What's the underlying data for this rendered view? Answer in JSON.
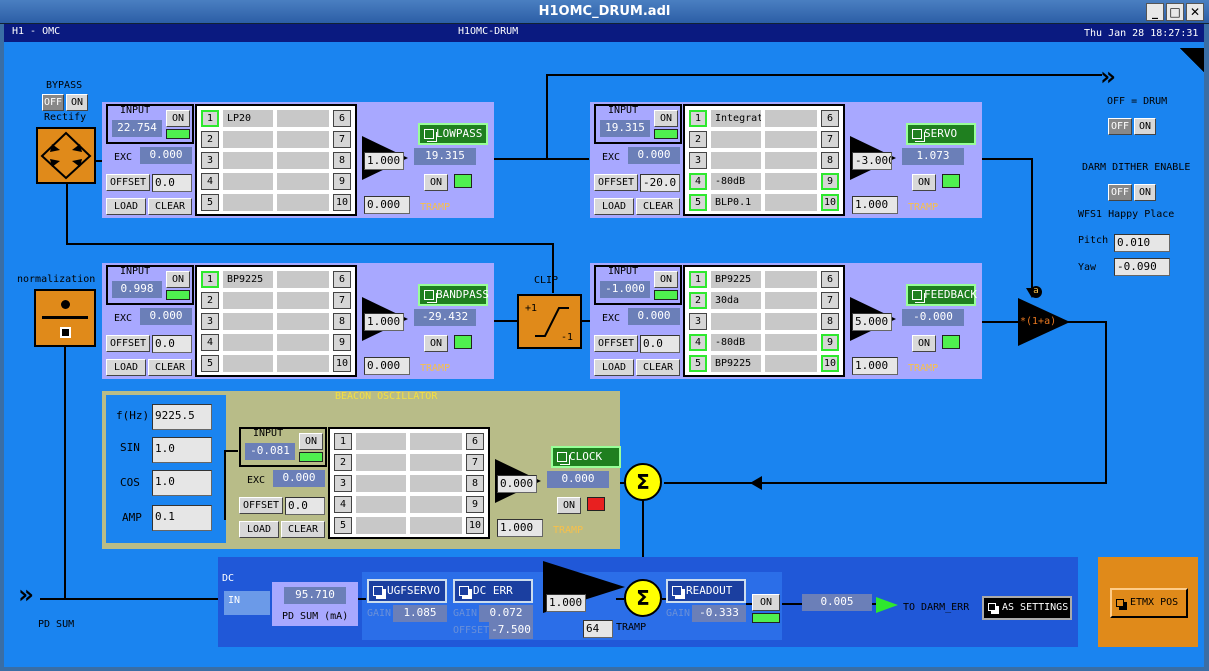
{
  "window": {
    "title": "H1OMC_DRUM.adl"
  },
  "header": {
    "left": "H1 - OMC",
    "center": "H1OMC-DRUM",
    "right": "Thu Jan 28 18:27:31"
  },
  "bypass": {
    "label": "BYPASS",
    "off": "OFF",
    "on": "ON",
    "rectify": "Rectify"
  },
  "normalization": {
    "label": "normalization"
  },
  "pdsum_label": "PD SUM",
  "clip": {
    "label": "CLIP",
    "plus": "+1",
    "minus": "-1"
  },
  "drum": {
    "off_eq": "OFF = DRUM",
    "off": "OFF",
    "on": "ON"
  },
  "darm_dither": {
    "label": "DARM DITHER ENABLE",
    "off": "OFF",
    "on": "ON"
  },
  "wfs": {
    "label": "WFS1 Happy Place",
    "pitch_label": "Pitch",
    "pitch": "0.010",
    "yaw_label": "Yaw",
    "yaw": "-0.090"
  },
  "mult": {
    "a": "a",
    "text": "*(1+a)"
  },
  "common": {
    "input": "INPUT",
    "on": "ON",
    "exc": "EXC",
    "offset": "OFFSET",
    "load": "LOAD",
    "clear": "CLEAR",
    "tramp": "TRAMP"
  },
  "modules": [
    {
      "id": "lowpass",
      "input": "22.754",
      "exc": "0.000",
      "offset": "0.0",
      "gain": "1.000",
      "output": "19.315",
      "name": "LOWPASS",
      "tramp": "0.000",
      "filters": [
        {
          "n": "1",
          "name": "LP20",
          "on": true
        },
        {
          "n": "2",
          "name": "",
          "on": false
        },
        {
          "n": "3",
          "name": "",
          "on": false
        },
        {
          "n": "4",
          "name": "",
          "on": false
        },
        {
          "n": "5",
          "name": "",
          "on": false
        },
        {
          "n": "6",
          "name": "",
          "on": false
        },
        {
          "n": "7",
          "name": "",
          "on": false
        },
        {
          "n": "8",
          "name": "",
          "on": false
        },
        {
          "n": "9",
          "name": "",
          "on": false
        },
        {
          "n": "10",
          "name": "",
          "on": false
        }
      ]
    },
    {
      "id": "servo",
      "input": "19.315",
      "exc": "0.000",
      "offset": "-20.0",
      "gain": "-3.000",
      "output": "1.073",
      "name": "SERVO",
      "tramp": "1.000",
      "filters": [
        {
          "n": "1",
          "name": "Integrat",
          "on": true
        },
        {
          "n": "2",
          "name": "",
          "on": false
        },
        {
          "n": "3",
          "name": "",
          "on": false
        },
        {
          "n": "4",
          "name": "-80dB",
          "on": true
        },
        {
          "n": "5",
          "name": "BLP0.1",
          "on": true
        },
        {
          "n": "6",
          "name": "",
          "on": false
        },
        {
          "n": "7",
          "name": "",
          "on": false
        },
        {
          "n": "8",
          "name": "",
          "on": false
        },
        {
          "n": "9",
          "name": "",
          "on": true
        },
        {
          "n": "10",
          "name": "",
          "on": true
        }
      ]
    },
    {
      "id": "bandpass",
      "input": "0.998",
      "exc": "0.000",
      "offset": "0.0",
      "gain": "1.000",
      "output": "-29.432",
      "name": "BANDPASS",
      "tramp": "0.000",
      "filters": [
        {
          "n": "1",
          "name": "BP9225",
          "on": true
        },
        {
          "n": "2",
          "name": "",
          "on": false
        },
        {
          "n": "3",
          "name": "",
          "on": false
        },
        {
          "n": "4",
          "name": "",
          "on": false
        },
        {
          "n": "5",
          "name": "",
          "on": false
        },
        {
          "n": "6",
          "name": "",
          "on": false
        },
        {
          "n": "7",
          "name": "",
          "on": false
        },
        {
          "n": "8",
          "name": "",
          "on": false
        },
        {
          "n": "9",
          "name": "",
          "on": false
        },
        {
          "n": "10",
          "name": "",
          "on": false
        }
      ]
    },
    {
      "id": "feedback",
      "input": "-1.000",
      "exc": "0.000",
      "offset": "0.0",
      "gain": "5.000",
      "output": "-0.000",
      "name": "FEEDBACK",
      "tramp": "1.000",
      "filters": [
        {
          "n": "1",
          "name": "BP9225",
          "on": true
        },
        {
          "n": "2",
          "name": "30da",
          "on": true
        },
        {
          "n": "3",
          "name": "",
          "on": false
        },
        {
          "n": "4",
          "name": "-80dB",
          "on": true
        },
        {
          "n": "5",
          "name": "BP9225",
          "on": true
        },
        {
          "n": "6",
          "name": "",
          "on": false
        },
        {
          "n": "7",
          "name": "",
          "on": false
        },
        {
          "n": "8",
          "name": "",
          "on": false
        },
        {
          "n": "9",
          "name": "",
          "on": true
        },
        {
          "n": "10",
          "name": "",
          "on": true
        }
      ]
    },
    {
      "id": "clock",
      "input": "-0.081",
      "exc": "0.000",
      "offset": "0.0",
      "gain": "0.000",
      "output": "0.000",
      "name": "CLOCK",
      "tramp": "1.000",
      "filters": [
        {
          "n": "1",
          "name": "",
          "on": false
        },
        {
          "n": "2",
          "name": "",
          "on": false
        },
        {
          "n": "3",
          "name": "",
          "on": false
        },
        {
          "n": "4",
          "name": "",
          "on": false
        },
        {
          "n": "5",
          "name": "",
          "on": false
        },
        {
          "n": "6",
          "name": "",
          "on": false
        },
        {
          "n": "7",
          "name": "",
          "on": false
        },
        {
          "n": "8",
          "name": "",
          "on": false
        },
        {
          "n": "9",
          "name": "",
          "on": false
        },
        {
          "n": "10",
          "name": "",
          "on": false
        }
      ]
    }
  ],
  "beacon": {
    "title": "BEACON OSCILLATOR",
    "f_label": "f(Hz)",
    "f": "9225.5",
    "sin_label": "SIN",
    "sin": "1.0",
    "cos_label": "COS",
    "cos": "1.0",
    "amp_label": "AMP",
    "amp": "0.1"
  },
  "dc": {
    "label": "DC",
    "in": "IN",
    "pdsum_val": "95.710",
    "pdsum_label": "PD SUM (mA)",
    "ugf_name": "UGFSERVO",
    "ugf_gain_label": "GAIN",
    "ugf_gain": "1.085",
    "dcerr_name": "DC ERR",
    "dcerr_gain_label": "GAIN",
    "dcerr_gain": "0.072",
    "dcerr_offset_label": "OFFSET",
    "dcerr_offset": "-7.500",
    "gain": "1.000",
    "tramp_val": "64",
    "tramp": "TRAMP",
    "readout_name": "READOUT",
    "readout_gain_label": "GAIN",
    "readout_gain": "-0.333",
    "on": "ON",
    "out": "0.005",
    "to": "TO DARM_ERR",
    "as_settings": "AS SETTINGS"
  },
  "etmx": {
    "label": "ETMX POS"
  }
}
